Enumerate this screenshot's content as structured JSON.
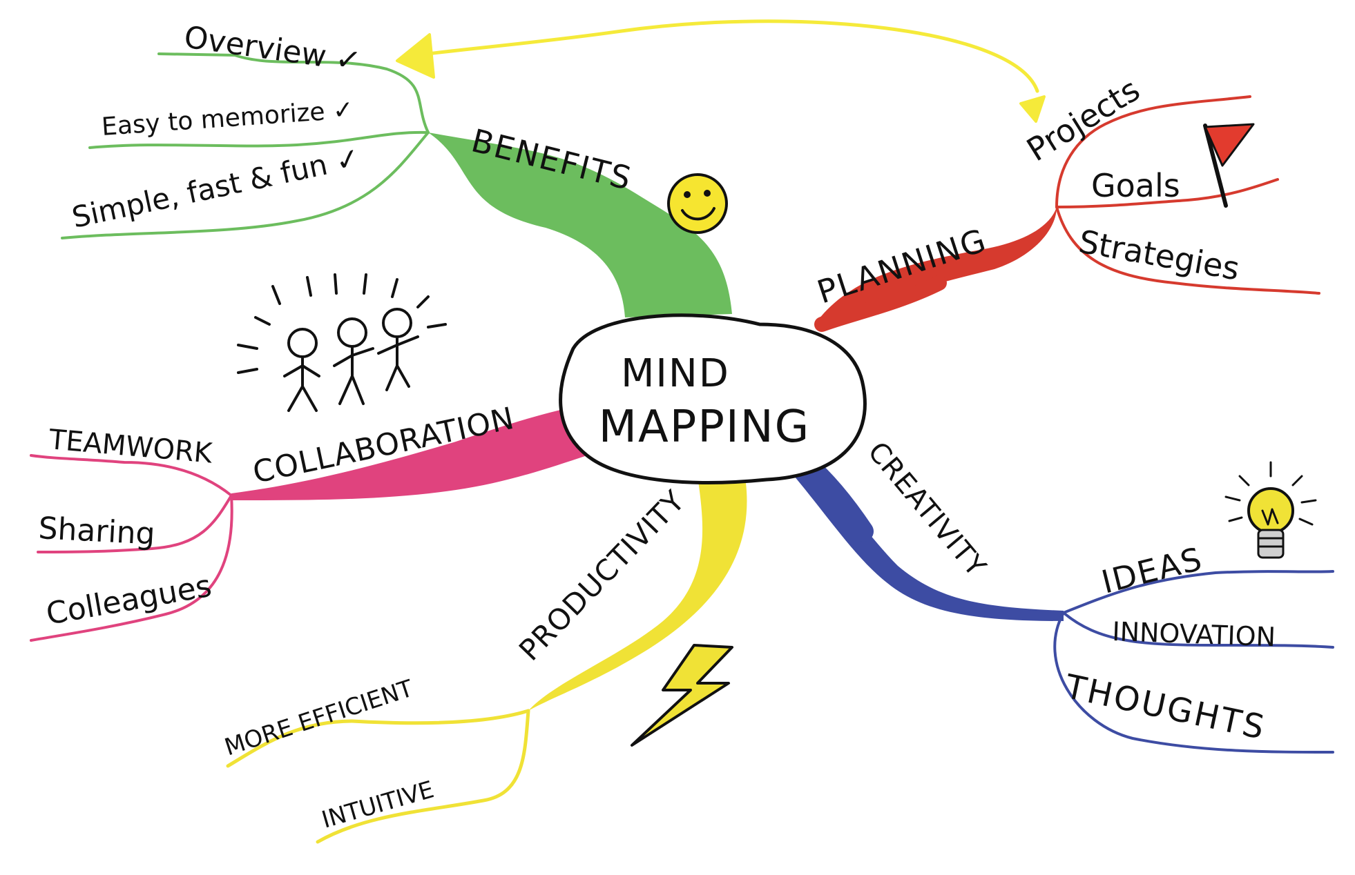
{
  "center": {
    "line1": "MIND",
    "line2": "MAPPING"
  },
  "branches": {
    "benefits": {
      "label": "BENEFITS",
      "color": "#6cbd5e",
      "items": [
        "Overview ✓",
        "Easy to memorize ✓",
        "Simple, fast & fun ✓"
      ]
    },
    "planning": {
      "label": "PLANNING",
      "color": "#d63a2e",
      "items": [
        "Projects",
        "Goals",
        "Strategies"
      ]
    },
    "collaboration": {
      "label": "COLLABORATION",
      "color": "#e0437e",
      "items": [
        "TEAMWORK",
        "Sharing",
        "Colleagues"
      ]
    },
    "productivity": {
      "label": "PRODUCTIVITY",
      "color": "#f0e236",
      "items": [
        "MORE EFFICIENT",
        "INTUITIVE"
      ]
    },
    "creativity": {
      "label": "CREATIVITY",
      "color": "#3d4ca3",
      "items": [
        "IDEAS",
        "INNOVATION",
        "THOUGHTS"
      ]
    }
  },
  "icons": [
    "smiley-icon",
    "flag-icon",
    "stick-figures-icon",
    "lightning-icon",
    "lightbulb-icon"
  ],
  "colors": {
    "ink": "#111111",
    "arrow": "#f5ea3a",
    "flag": "#e23b2e",
    "smiley": "#f6e530"
  }
}
